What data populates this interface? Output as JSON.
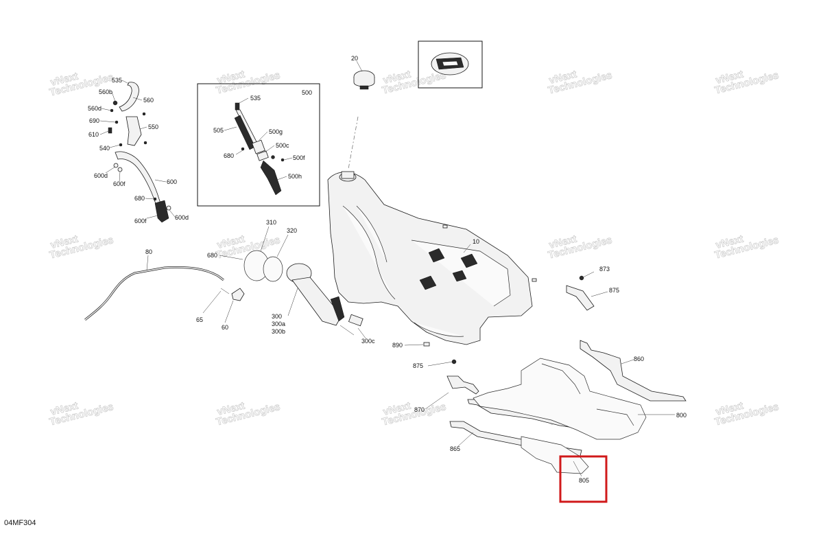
{
  "diagram": {
    "code": "04MF304",
    "watermark": {
      "main": "vNext",
      "sub": "Technologies",
      "line": "vNext Technologies"
    },
    "labels": {
      "l535a": "535",
      "l560b": "560b",
      "l560": "560",
      "l560d": "560d",
      "l690": "690",
      "l550": "550",
      "l610": "610",
      "l540": "540",
      "l600d_a": "600d",
      "l600f_a": "600f",
      "l600": "600",
      "l680a": "680",
      "l600f_b": "600f",
      "l600d_b": "600d",
      "l500": "500",
      "l535b": "535",
      "l505": "505",
      "l500g": "500g",
      "l500c": "500c",
      "l680b": "680",
      "l500f": "500f",
      "l500h": "500h",
      "l20": "20",
      "l10": "10",
      "l310": "310",
      "l320": "320",
      "l680c": "680",
      "l80": "80",
      "l65": "65",
      "l60": "60",
      "l300": "300",
      "l300a": "300a",
      "l300b": "300b",
      "l300c": "300c",
      "l890": "890",
      "l873": "873",
      "l875a": "875",
      "l875b": "875",
      "l860": "860",
      "l800": "800",
      "l870": "870",
      "l865": "865",
      "l805": "805"
    },
    "highlight_label": "805",
    "highlight_color": "#d0191a"
  }
}
